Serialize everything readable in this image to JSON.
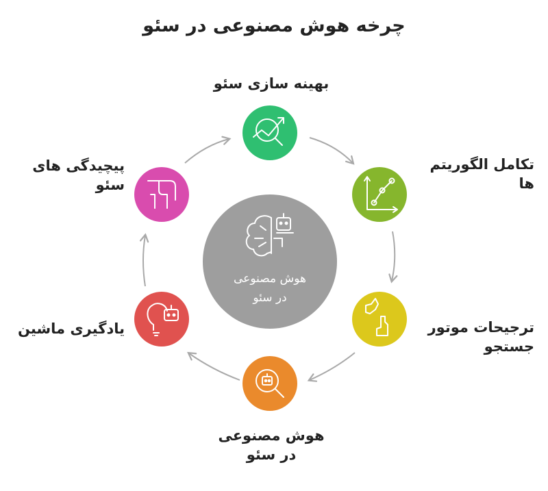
{
  "title": "چرخه هوش مصنوعی در سئو",
  "center": {
    "line1": "هوش مصنوعی",
    "line2": "در سئو",
    "color": "#9e9e9e"
  },
  "nodes": [
    {
      "id": "seo-optimization",
      "label": "بهینه سازی سئو",
      "color": "#2fbf71",
      "icon": "chart-search-icon"
    },
    {
      "id": "algorithm-evolution",
      "label_line1": "تکامل الگوریتم",
      "label_line2": "ها",
      "color": "#86b62d",
      "icon": "line-graph-icon"
    },
    {
      "id": "search-engine-preferences",
      "label_line1": "ترجیحات موتور",
      "label_line2": "جستجو",
      "color": "#dcc81c",
      "icon": "hands-pointing-icon"
    },
    {
      "id": "ai-in-seo",
      "label_line1": "هوش مصنوعی",
      "label_line2": "در سئو",
      "color": "#ea8a2c",
      "icon": "robot-search-icon"
    },
    {
      "id": "machine-learning",
      "label": "یادگیری ماشین",
      "color": "#e0524f",
      "icon": "bulb-robot-icon"
    },
    {
      "id": "seo-complexities",
      "label_line1": "پیچیدگی های",
      "label_line2": "سئو",
      "color": "#d94cae",
      "icon": "path-icon"
    }
  ],
  "colors": {
    "arrow": "#a9a9a9",
    "text": "#222222"
  }
}
